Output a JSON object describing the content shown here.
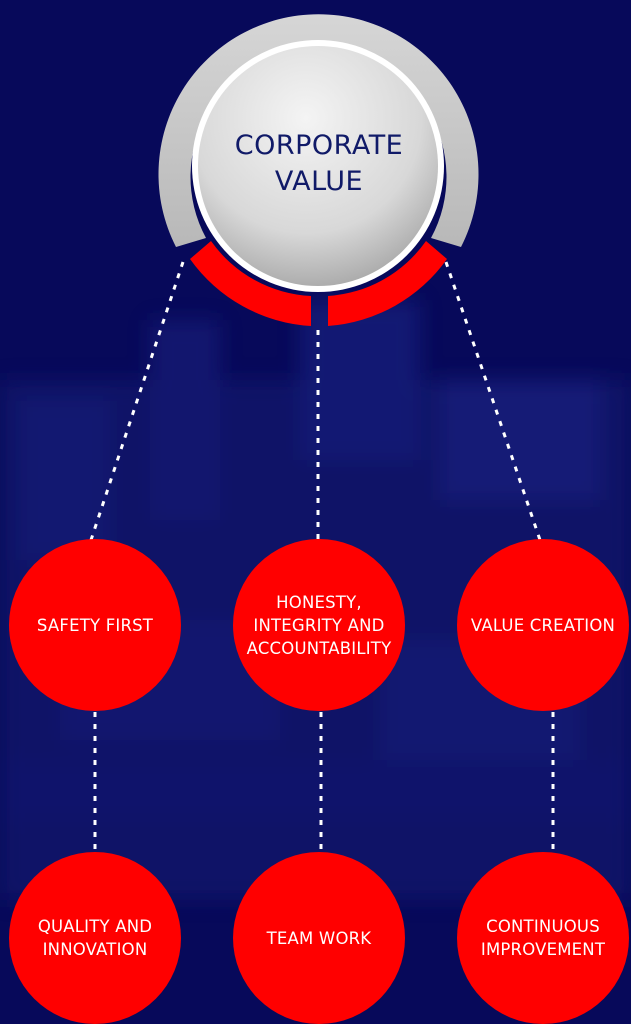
{
  "hub": {
    "title": "CORPORATE\nVALUE"
  },
  "values": [
    {
      "label": "SAFETY FIRST"
    },
    {
      "label": "HONESTY,\nINTEGRITY AND\nACCOUNTABILITY"
    },
    {
      "label": "VALUE CREATION"
    },
    {
      "label": "QUALITY AND\nINNOVATION"
    },
    {
      "label": "TEAM WORK"
    },
    {
      "label": "CONTINUOUS\nIMPROVEMENT"
    }
  ],
  "colors": {
    "background": "#07095a",
    "node_fill": "#ff0000",
    "hub_ring": "#cfcfcf",
    "hub_text": "#101a68",
    "connector": "#ffffff"
  }
}
